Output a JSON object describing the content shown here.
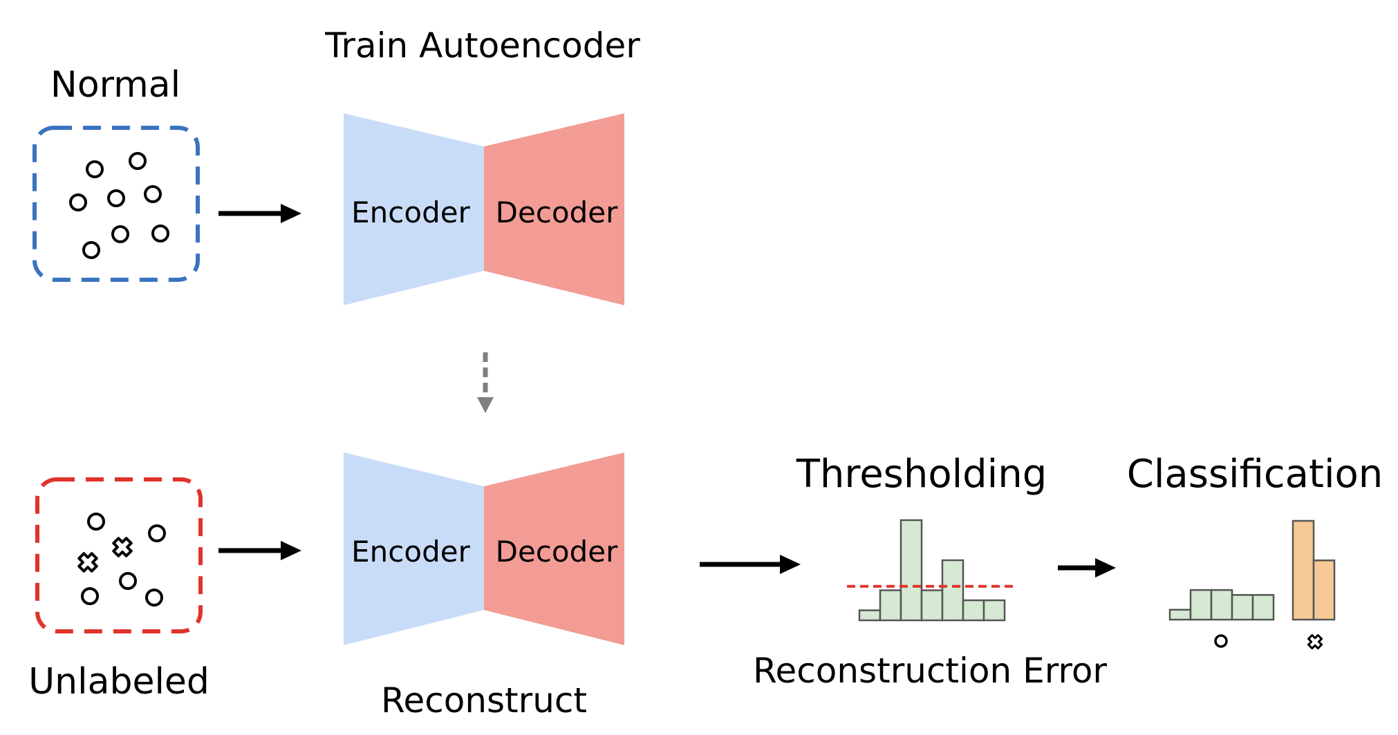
{
  "labels": {
    "normal": "Normal",
    "unlabeled": "Unlabeled",
    "train_autoencoder": "Train Autoencoder",
    "reconstruct": "Reconstruct",
    "thresholding": "Thresholding",
    "reconstruction_error": "Reconstruction Error",
    "classification": "Classification"
  },
  "autoencoder": {
    "encoder_label": "Encoder",
    "decoder_label": "Decoder"
  },
  "colors": {
    "normal_box": "#3a73c0",
    "unlabeled_box": "#e0332b",
    "encoder_fill": "#c9dcf7",
    "decoder_fill": "#f29c95",
    "hist_fill": "#d6ead3",
    "anomaly_fill": "#f6c996",
    "threshold_line": "#e0332b",
    "arrow": "#000000",
    "dashed_arrow": "#808080"
  },
  "icons": {
    "normal_sample": "circle-icon",
    "anomaly_sample": "cross-icon"
  },
  "histogram": {
    "values": [
      1,
      3,
      10,
      3,
      6,
      2,
      2
    ],
    "threshold": 3.4
  },
  "classification_bars": {
    "normal_values": [
      1,
      3,
      3,
      2.5,
      2.5
    ],
    "anomaly_values": [
      10,
      6
    ]
  }
}
